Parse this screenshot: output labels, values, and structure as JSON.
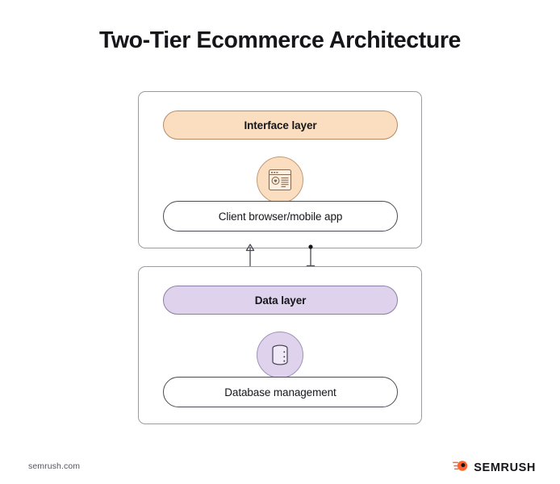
{
  "page": {
    "title": "Two-Tier Ecommerce Architecture",
    "background_color": "#ffffff"
  },
  "colors": {
    "interface_fill": "#fbdec0",
    "interface_stroke": "#b58b68",
    "data_fill": "#ded2ed",
    "data_stroke": "#8b7fa5",
    "container_stroke": "#9c9ba2",
    "white_pill_stroke": "#4a4a52",
    "text": "#16151a",
    "arrow": "#4a4a52",
    "brand_orange": "#ff642d",
    "footer_text": "#54545c"
  },
  "diagram": {
    "type": "layered-architecture",
    "tiers": [
      {
        "id": "interface-tier",
        "layer_label": "Interface layer",
        "icon": "browser-window-icon",
        "node_label": "Client browser/mobile app"
      },
      {
        "id": "data-tier",
        "layer_label": "Data layer",
        "icon": "database-icon",
        "node_label": "Database management"
      }
    ],
    "connectors": [
      {
        "id": "up-arrow",
        "icon": "arrow-up-icon",
        "direction": "up",
        "from": "data-tier",
        "to": "interface-tier"
      },
      {
        "id": "down-arrow",
        "icon": "arrow-down-icon",
        "direction": "down",
        "from": "interface-tier",
        "to": "data-tier"
      }
    ]
  },
  "footer": {
    "url": "semrush.com",
    "brand": "SEMRUSH",
    "logo_icon": "semrush-comet-icon"
  }
}
